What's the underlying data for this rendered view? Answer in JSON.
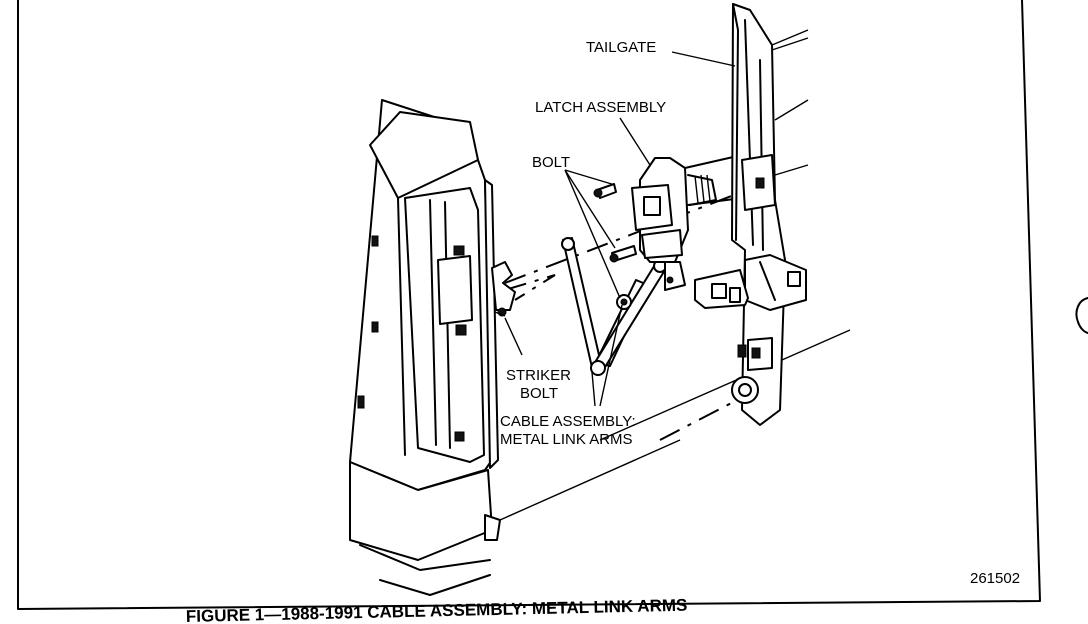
{
  "labels": {
    "tailgate": "TAILGATE",
    "latch_assembly": "LATCH ASSEMBLY",
    "bolt": "BOLT",
    "striker_bolt_line1": "STRIKER",
    "striker_bolt_line2": "BOLT",
    "cable_assembly_line1": "CABLE ASSEMBLY:",
    "cable_assembly_line2": "METAL LINK ARMS"
  },
  "figure_number": "261502",
  "caption": "FIGURE 1—1988-1991 CABLE ASSEMBLY: METAL LINK ARMS"
}
